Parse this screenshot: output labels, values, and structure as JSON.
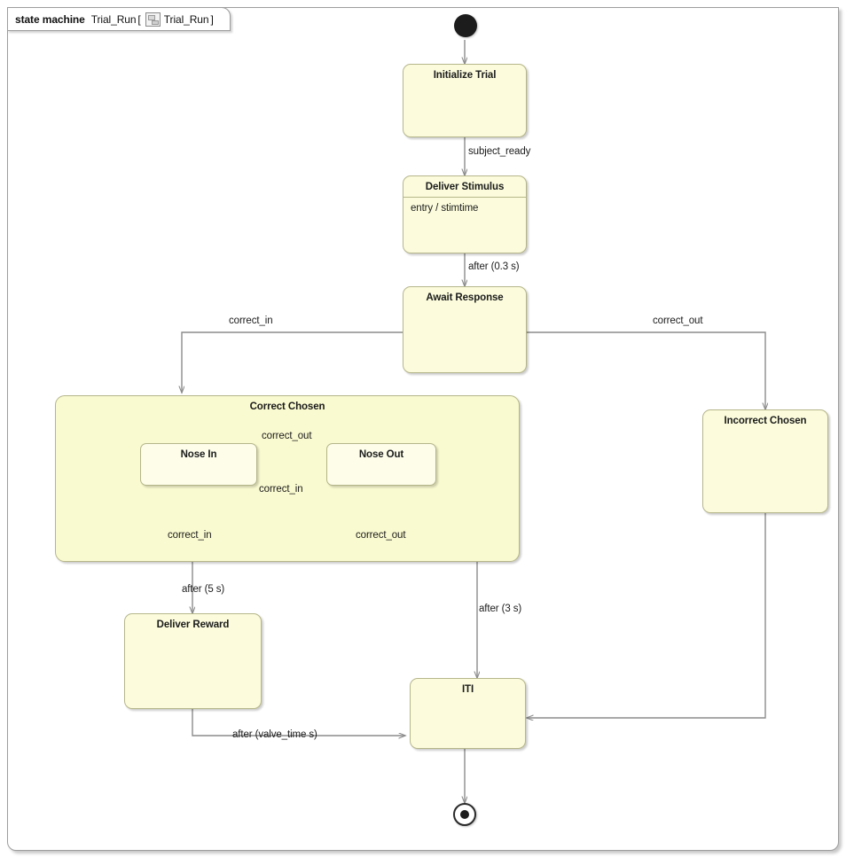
{
  "diagram": {
    "frame": {
      "keyword": "state machine",
      "name": "Trial_Run",
      "bracket_open": "[",
      "icon": "state-machine-icon",
      "qualified_name": "Trial_Run",
      "bracket_close": "]"
    },
    "colors": {
      "state_fill": "#fcfcdd",
      "composite_fill": "#fafad0",
      "substate_fill": "#fdfdea",
      "state_border": "#b5b58a",
      "edge": "#8b8b8b",
      "frame_border": "#9d9d9d",
      "text": "#1b1b1b",
      "pseudostate": "#1c1c1c"
    },
    "pseudostates": [
      {
        "id": "initial-top",
        "kind": "initial",
        "label": "initial-state"
      },
      {
        "id": "initial-correct-chosen",
        "kind": "initial",
        "label": "initial-state"
      },
      {
        "id": "final-bottom",
        "kind": "final",
        "label": "final-state"
      }
    ],
    "states": [
      {
        "id": "initialize-trial",
        "name": "Initialize Trial"
      },
      {
        "id": "deliver-stimulus",
        "name": "Deliver Stimulus",
        "compartment": "entry / stimtime"
      },
      {
        "id": "await-response",
        "name": "Await Response"
      },
      {
        "id": "incorrect-chosen",
        "name": "Incorrect Chosen"
      },
      {
        "id": "deliver-reward",
        "name": "Deliver Reward"
      },
      {
        "id": "iti",
        "name": "ITI"
      }
    ],
    "composite": {
      "id": "correct-chosen",
      "name": "Correct Chosen",
      "substates": [
        {
          "id": "nose-in",
          "name": "Nose In"
        },
        {
          "id": "nose-out",
          "name": "Nose Out"
        }
      ]
    },
    "transitions": [
      {
        "id": "t1",
        "from": "initial-top",
        "to": "initialize-trial",
        "label": ""
      },
      {
        "id": "t2",
        "from": "initialize-trial",
        "to": "deliver-stimulus",
        "label": "subject_ready"
      },
      {
        "id": "t3",
        "from": "deliver-stimulus",
        "to": "await-response",
        "label": "after (0.3 s)"
      },
      {
        "id": "t4",
        "from": "await-response",
        "to": "correct-chosen",
        "label": "correct_in"
      },
      {
        "id": "t5",
        "from": "await-response",
        "to": "incorrect-chosen",
        "label": "correct_out"
      },
      {
        "id": "t6",
        "from": "initial-correct-chosen",
        "to": "nose-in",
        "label": ""
      },
      {
        "id": "t7",
        "from": "nose-in",
        "to": "nose-out",
        "label": "correct_out"
      },
      {
        "id": "t8",
        "from": "nose-out",
        "to": "nose-in",
        "label": "correct_in"
      },
      {
        "id": "t9",
        "from": "nose-in",
        "to": "nose-in",
        "label": "correct_in"
      },
      {
        "id": "t10",
        "from": "nose-out",
        "to": "nose-out",
        "label": "correct_out"
      },
      {
        "id": "t11",
        "from": "correct-chosen",
        "to": "deliver-reward",
        "label": "after (5 s)"
      },
      {
        "id": "t12",
        "from": "nose-out",
        "to": "iti",
        "label": "after (3 s)"
      },
      {
        "id": "t13",
        "from": "deliver-reward",
        "to": "iti",
        "label": "after (valve_time s)"
      },
      {
        "id": "t14",
        "from": "incorrect-chosen",
        "to": "iti",
        "label": ""
      },
      {
        "id": "t15",
        "from": "iti",
        "to": "final-bottom",
        "label": ""
      }
    ]
  }
}
